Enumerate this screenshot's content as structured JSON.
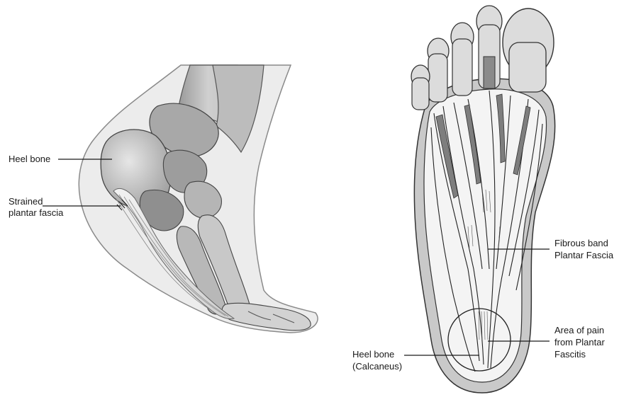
{
  "side_view": {
    "labels": {
      "heel_bone": "Heel bone",
      "strained_line1": "Strained",
      "strained_line2": "plantar fascia"
    }
  },
  "plantar_view": {
    "labels": {
      "fibrous_line1": "Fibrous band",
      "fibrous_line2": "Plantar Fascia",
      "pain_line1": "Area of pain",
      "pain_line2": "from Plantar",
      "pain_line3": "Fascitis",
      "calc_line1": "Heel bone",
      "calc_line2": "(Calcaneus)"
    }
  },
  "colors": {
    "line": "#1a1a1a",
    "bone_light": "#d8d8d8",
    "bone_mid": "#b0b0b0",
    "bone_dark": "#7a7a7a",
    "skin": "#e9e9e9",
    "foot_outline_fill": "#c9c9c9",
    "toe_fill": "#dcdcdc"
  }
}
